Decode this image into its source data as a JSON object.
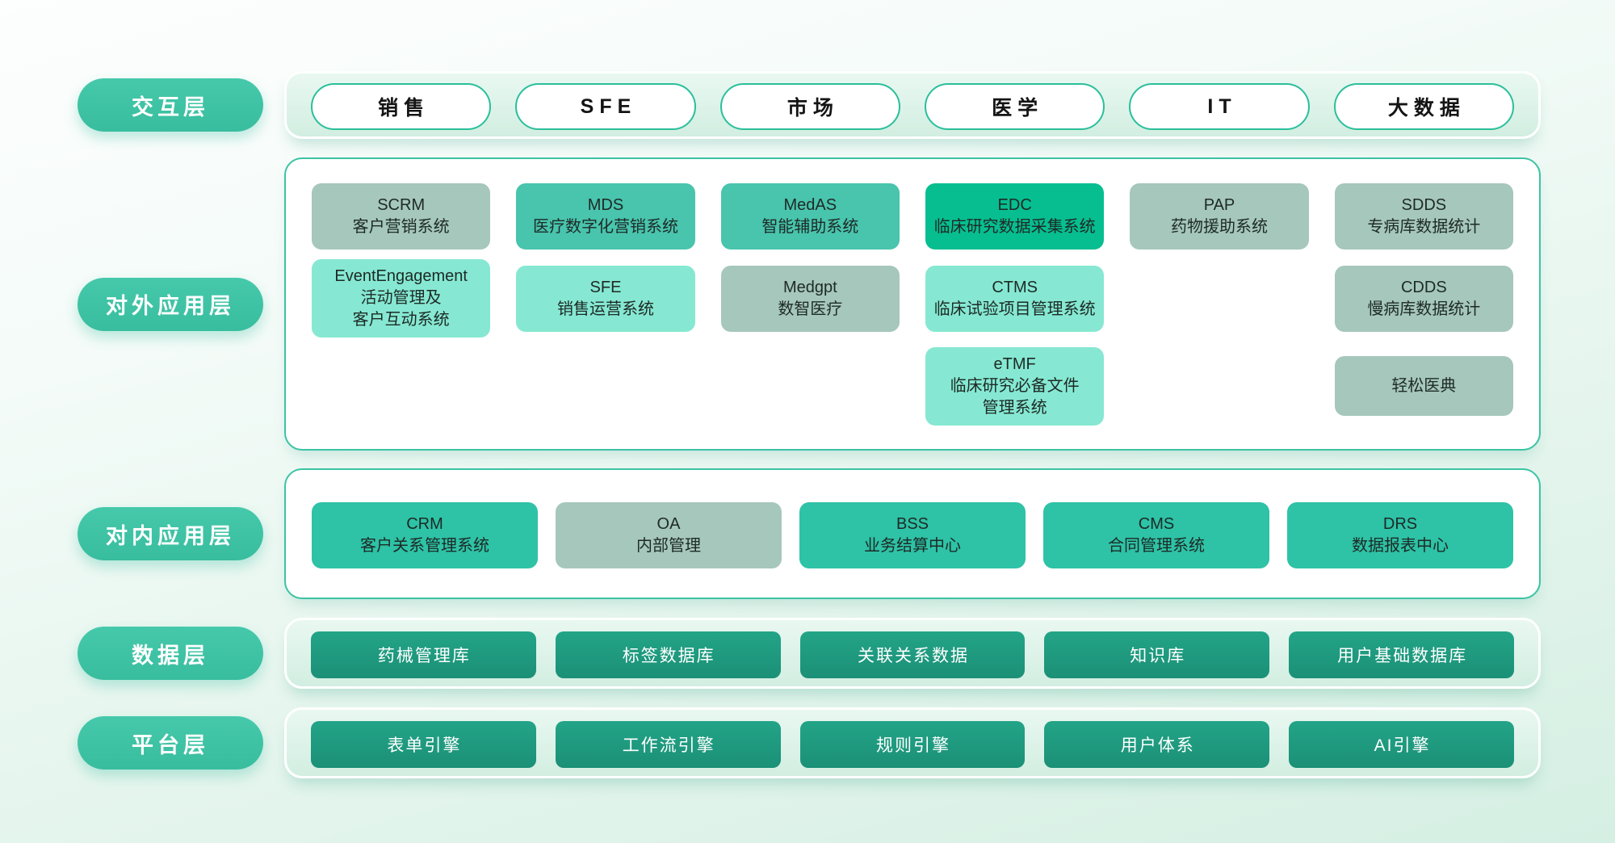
{
  "interaction": {
    "label": "交互层",
    "pills": [
      "销售",
      "SFE",
      "市场",
      "医学",
      "IT",
      "大数据"
    ]
  },
  "external": {
    "label": "对外应用层",
    "cards": [
      {
        "lines": [
          "SCRM",
          "客户营销系统"
        ]
      },
      {
        "lines": [
          "MDS",
          "医疗数字化营销系统"
        ]
      },
      {
        "lines": [
          "MedAS",
          "智能辅助系统"
        ]
      },
      {
        "lines": [
          "EDC",
          "临床研究数据采集系统"
        ]
      },
      {
        "lines": [
          "PAP",
          "药物援助系统"
        ]
      },
      {
        "lines": [
          "SDDS",
          "专病库数据统计"
        ]
      },
      {
        "lines": [
          "EventEngagement",
          "活动管理及",
          "客户互动系统"
        ]
      },
      {
        "lines": [
          "SFE",
          "销售运营系统"
        ]
      },
      {
        "lines": [
          "Medgpt",
          "数智医疗"
        ]
      },
      {
        "lines": [
          "CTMS",
          "临床试验项目管理系统"
        ]
      },
      {
        "lines": [
          "CDDS",
          "慢病库数据统计"
        ]
      },
      {
        "lines": [
          "eTMF",
          "临床研究必备文件",
          "管理系统"
        ]
      },
      {
        "lines": [
          "轻松医典"
        ]
      }
    ]
  },
  "internal": {
    "label": "对内应用层",
    "cards": [
      {
        "lines": [
          "CRM",
          "客户关系管理系统"
        ]
      },
      {
        "lines": [
          "OA",
          "内部管理"
        ]
      },
      {
        "lines": [
          "BSS",
          "业务结算中心"
        ]
      },
      {
        "lines": [
          "CMS",
          "合同管理系统"
        ]
      },
      {
        "lines": [
          "DRS",
          "数据报表中心"
        ]
      }
    ]
  },
  "data_layer": {
    "label": "数据层",
    "boxes": [
      "药械管理库",
      "标签数据库",
      "关联关系数据",
      "知识库",
      "用户基础数据库"
    ]
  },
  "platform_layer": {
    "label": "平台层",
    "boxes": [
      "表单引擎",
      "工作流引擎",
      "规则引擎",
      "用户体系",
      "AI引擎"
    ]
  },
  "colors": {
    "accent": "#3cc3a4",
    "pill_border": "#2abf9b",
    "sage_card": "#a6c7bb",
    "teal_card": "#49c4ad",
    "green_card": "#07be90",
    "mint_card": "#86e8d2",
    "dark_box": "#1e9d82"
  }
}
